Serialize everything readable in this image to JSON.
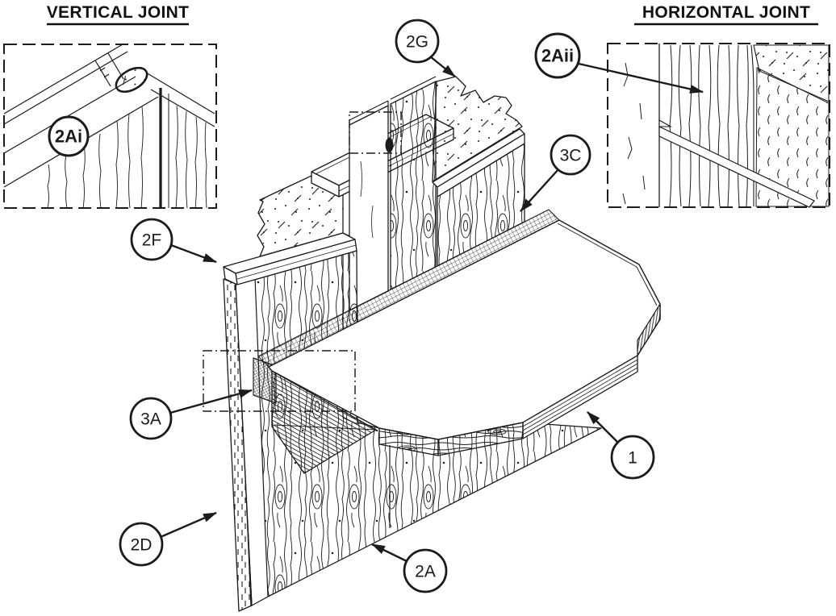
{
  "titles": {
    "vertical_joint": "VERTICAL JOINT",
    "horizontal_joint": "HORIZONTAL JOINT"
  },
  "callouts": {
    "c1": "1",
    "c2A": "2A",
    "c2Ai": "2Ai",
    "c2Aii": "2Aii",
    "c2D": "2D",
    "c2F": "2F",
    "c2G": "2G",
    "c3A": "3A",
    "c3C": "3C"
  },
  "colors": {
    "line": "#1b1b1b",
    "background": "#ffffff"
  }
}
